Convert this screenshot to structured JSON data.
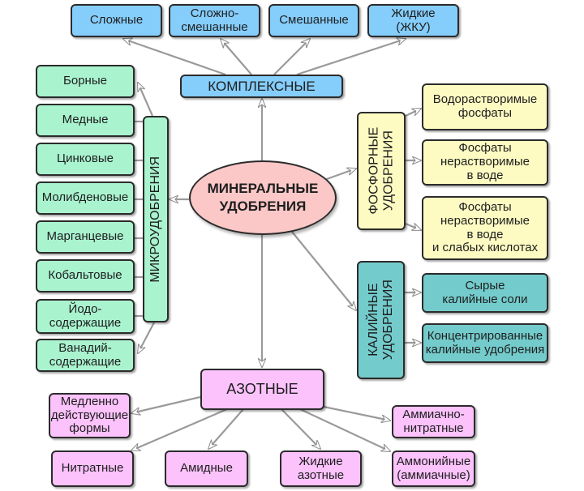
{
  "center": {
    "label": "МИНЕРАЛЬНЫЕ\nУДОБРЕНИЯ"
  },
  "colors": {
    "complex": "#85cdfb",
    "micro": "#a9f3cf",
    "phosphorus": "#fdfbc2",
    "potassium": "#74cbcc",
    "nitrogen": "#fbc2fb",
    "center": "#fbc7c7"
  },
  "complex": {
    "label": "КОМПЛЕКСНЫЕ",
    "items": [
      {
        "label": "Сложные"
      },
      {
        "label": "Сложно-\nсмешанные"
      },
      {
        "label": "Смешанные"
      },
      {
        "label": "Жидкие\n(ЖКУ)"
      }
    ]
  },
  "micro": {
    "label": "МИКРОУДОБРЕНИЯ",
    "items": [
      {
        "label": "Борные"
      },
      {
        "label": "Медные"
      },
      {
        "label": "Цинковые"
      },
      {
        "label": "Молибденовые"
      },
      {
        "label": "Марганцевые"
      },
      {
        "label": "Кобальтовые"
      },
      {
        "label": "Йодо-\nсодержащие"
      },
      {
        "label": "Ванадий-\nсодержащие"
      }
    ]
  },
  "phosphorus": {
    "label": "ФОСФОРНЫЕ\nУДОБРЕНИЯ",
    "items": [
      {
        "label": "Водорастворимые\nфосфаты"
      },
      {
        "label": "Фосфаты\nнерастворимые\nв воде"
      },
      {
        "label": "Фосфаты\nнерастворимые\nв воде\nи слабых кислотах"
      }
    ]
  },
  "potassium": {
    "label": "КАЛИЙНЫЕ\nУДОБРЕНИЯ",
    "items": [
      {
        "label": "Сырые\nкалийные соли"
      },
      {
        "label": "Концентрированные\nкалийные удобрения"
      }
    ]
  },
  "nitrogen": {
    "label": "АЗОТНЫЕ",
    "items": [
      {
        "label": "Медленно\nдействующие\nформы"
      },
      {
        "label": "Нитратные"
      },
      {
        "label": "Амидные"
      },
      {
        "label": "Жидкие\nазотные"
      },
      {
        "label": "Аммиачно-\nнитратные"
      },
      {
        "label": "Аммонийные\n(аммиачные)"
      }
    ]
  }
}
